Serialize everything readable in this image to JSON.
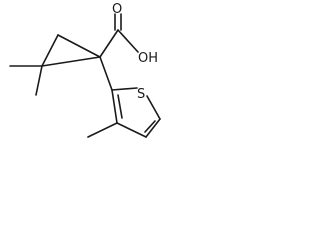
{
  "molecule": {
    "atoms": {
      "carbonyl_oxygen": "O",
      "hydroxyl": "OH",
      "sulfur": "S"
    }
  }
}
